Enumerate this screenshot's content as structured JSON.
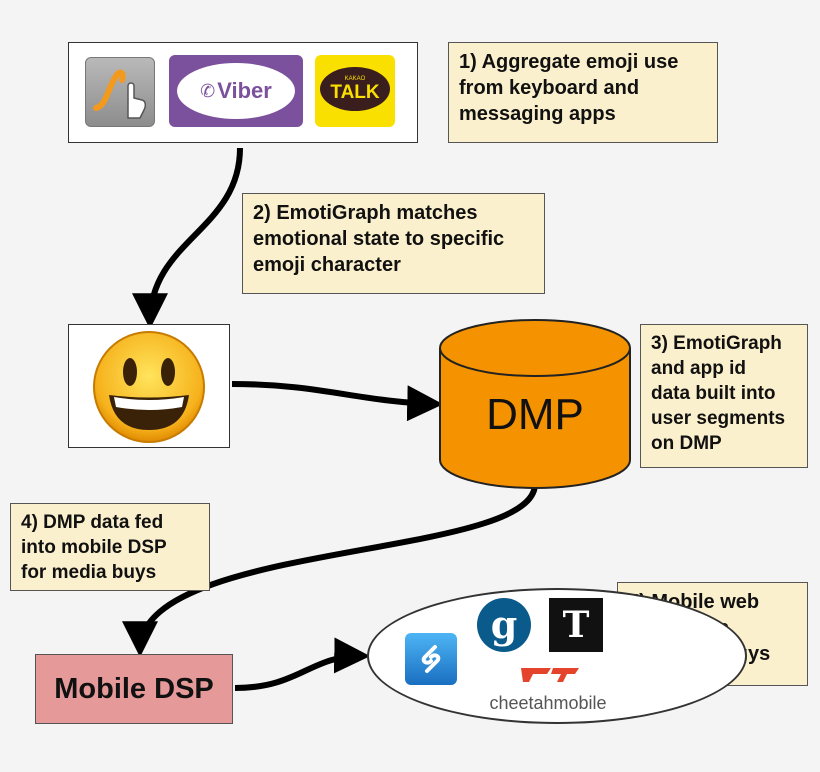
{
  "notes": {
    "step1": "1) Aggregate emoji use\nfrom keyboard and\nmessaging apps",
    "step2": "2) EmotiGraph matches\nemotional state to specific\nemoji character",
    "step3": "3) EmotiGraph\nand app id\ndata built into\nuser segments\non DMP",
    "step4": "4) DMP data fed\ninto mobile DSP\nfor media buys",
    "step5": "5) Mobile web\nand in-app\ninventory buys"
  },
  "apps": {
    "viber": "Viber",
    "kakao_small": "KAKAO",
    "kakao_talk": "TALK"
  },
  "dmp": {
    "label": "DMP"
  },
  "dsp": {
    "label": "Mobile DSP"
  },
  "inventory": {
    "cheetah_label": "cheetahmobile",
    "guardian_letter": "g",
    "nyt_letter": "T"
  },
  "colors": {
    "note_bg": "#fbf0cd",
    "dmp_orange": "#f59200",
    "dsp_pink": "#e59a99",
    "viber_purple": "#7b519d",
    "kakao_yellow": "#f9e000",
    "guardian_blue": "#0a5a8c",
    "cheetah_red": "#e3442b",
    "shazam_blue": "#1a8cd8"
  }
}
